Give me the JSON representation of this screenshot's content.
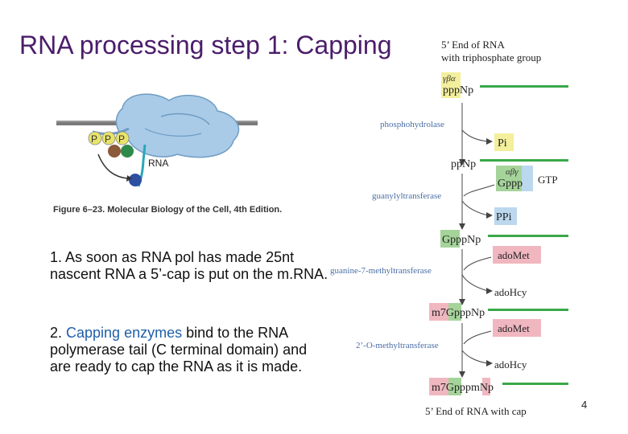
{
  "slide": {
    "title": "RNA processing step 1: Capping",
    "page_number": "4",
    "point1": "1. As soon as RNA pol has made 25nt nascent RNA a 5’-cap is put on the m.RNA.",
    "point2_before": "2. ",
    "point2_highlight": "Capping enzymes",
    "point2_after": " bind to the RNA polymerase tail (C terminal domain) and are ready to cap the RNA as it is made.",
    "highlight_color": "#1f5fa8"
  },
  "figure_left": {
    "p1": "P",
    "p2": "P",
    "p3": "P",
    "rna_label": "RNA",
    "caption": "Figure 6–23. Molecular Biology of the Cell, 4th Edition."
  },
  "figure_right": {
    "top_label_1": "5’ End of RNA",
    "top_label_2": "with triphosphate group",
    "greek_top": "γβα",
    "pppNp": "pppNp",
    "enzyme1": "phosphohydrolase",
    "pi": "Pi",
    "ppNp": "ppNp",
    "greek_gtp": "αβγ",
    "gppp": "Gppp",
    "gtp": "GTP",
    "enzyme2": "guanylyltransferase",
    "ppi": "PPi",
    "gpppNp": "GpppNp",
    "admet1": "adoMet",
    "enzyme3": "guanine-7-methyltransferase",
    "adohcy1": "adoHcy",
    "m7_1": "m7GpppNp",
    "admet2": "adoMet",
    "enzyme4": "2’-O-methyltransferase",
    "adohcy2": "adoHcy",
    "m7_2": "m7GpppmNp",
    "bottom_label": "5’ End of RNA with cap",
    "colors": {
      "green_line": "#3aa84a",
      "yellow_box": "#f3ef9c",
      "green_box": "#a5d49a",
      "blue_box": "#bcd8ef",
      "pink_box": "#f0b7c0",
      "enzyme_text": "#4a6fa5"
    }
  }
}
